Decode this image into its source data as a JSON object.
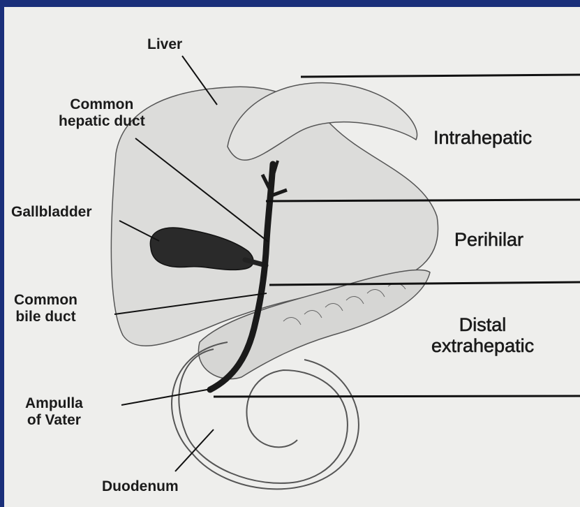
{
  "labels": {
    "liver": "Liver",
    "common_hepatic_duct": [
      "Common",
      "hepatic duct"
    ],
    "gallbladder": "Gallbladder",
    "common_bile_duct": [
      "Common",
      "bile duct"
    ],
    "ampulla": [
      "Ampulla",
      "of Vater"
    ],
    "duodenum": "Duodenum"
  },
  "regions": {
    "intrahepatic": "Intrahepatic",
    "perihilar": "Perihilar",
    "distal": [
      "Distal",
      "extrahepatic"
    ]
  },
  "colors": {
    "border": "#1a2f7a",
    "background": "#eeeeec",
    "ink": "#1b1b1b",
    "organ_fill": "#dcdcda"
  }
}
